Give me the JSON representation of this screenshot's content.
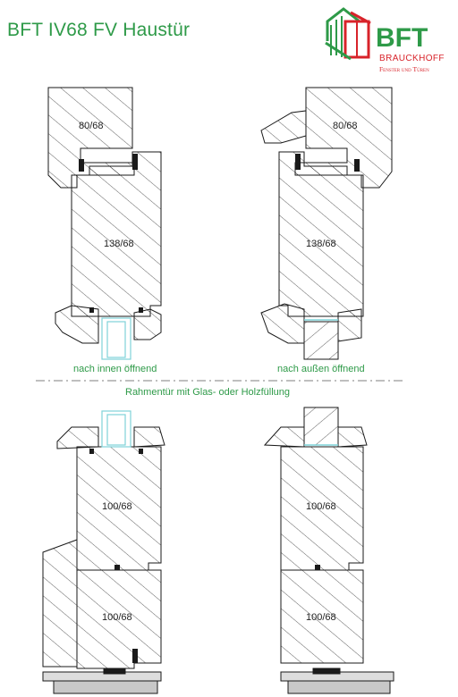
{
  "title": "BFT IV68 FV Haustür",
  "logo": {
    "mark": "BFT",
    "name": "BRAUCKHOFF",
    "tagline": "Fenster und Türen",
    "color": "#2e9a48",
    "accent": "#d8232a"
  },
  "left_top": {
    "frame_label": "80/68",
    "sash_label": "138/68",
    "caption": "nach innen öffnend"
  },
  "right_top": {
    "frame_label": "80/68",
    "sash_label": "138/68",
    "caption": "nach außen öffnend"
  },
  "divider_caption": "Rahmentür mit Glas- oder Holzfüllung",
  "left_bottom": {
    "upper_label": "100/68",
    "lower_label": "100/68"
  },
  "right_bottom": {
    "upper_label": "100/68",
    "lower_label": "100/68"
  },
  "colors": {
    "green": "#2e9a48",
    "glass": "#7fd3d8",
    "line": "#1a1a1a"
  }
}
